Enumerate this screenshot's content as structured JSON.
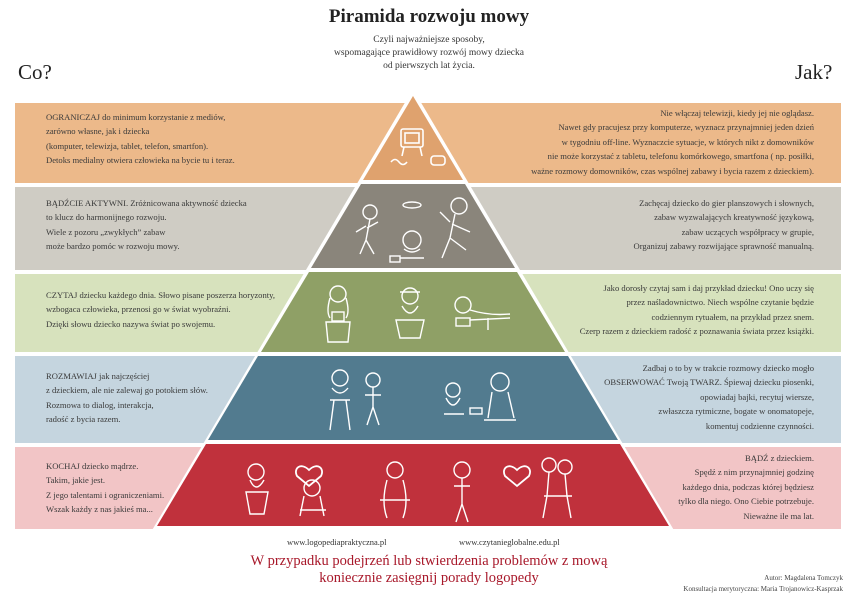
{
  "header": {
    "title": "Piramida rozwoju mowy",
    "subtitle_lines": [
      "Czyli najważniejsze sposoby,",
      "wspomagające prawidłowy rozwój mowy dziecka",
      "od pierwszych lat życia."
    ],
    "left_heading": "Co?",
    "right_heading": "Jak?"
  },
  "levels": [
    {
      "color": "#ecb98a",
      "pyramid_color": "#dfa26e",
      "left": [
        "OGRANICZAJ do minimum korzystanie z mediów,",
        "zarówno własne, jak i dziecka",
        "(komputer, telewizja, tablet, telefon, smartfon).",
        "Detoks medialny otwiera człowieka na bycie  tu i teraz."
      ],
      "right": [
        "Nie włączaj telewizji, kiedy jej nie oglądasz.",
        "Nawet gdy pracujesz przy komputerze, wyznacz przynajmniej jeden dzień",
        "w tygodniu off-line. Wyznaczcie sytuacje, w których nikt z domowników",
        "nie może korzystać z tabletu, telefonu komórkowego, smartfona ( np. posiłki,",
        "ważne rozmowy domowników, czas wspólnej zabawy i bycia razem z dzieckiem)."
      ]
    },
    {
      "color": "#cfccc4",
      "pyramid_color": "#8a857b",
      "left": [
        "BĄDŹCIE AKTYWNI. Zróżnicowana aktywność dziecka",
        "to klucz do harmonijnego rozwoju.",
        "Wiele z pozoru „zwykłych” zabaw",
        "może bardzo pomóc w rozwoju mowy."
      ],
      "right": [
        "Zachęcaj dziecko do gier planszowych i słownych,",
        "zabaw wyzwalających kreatywność językową,",
        "zabaw uczących współpracy w grupie,",
        "Organizuj zabawy rozwijające sprawność manualną."
      ]
    },
    {
      "color": "#d7e2bd",
      "pyramid_color": "#8fa066",
      "left": [
        "CZYTAJ dziecku każdego dnia. Słowo pisane poszerza horyzonty,",
        "wzbogaca człowieka, przenosi go w świat  wyobraźni.",
        "Dzięki słowu dziecko nazywa świat po swojemu."
      ],
      "right": [
        "Jako dorosły czytaj sam i daj przykład dziecku! Ono uczy się",
        "przez naśladownictwo. Niech wspólne czytanie będzie",
        "codziennym rytuałem, na przykład przez snem.",
        "Czerp razem z dzieckiem radość z poznawania świata przez książki."
      ]
    },
    {
      "color": "#c5d5df",
      "pyramid_color": "#527b8f",
      "left": [
        "ROZMAWIAJ jak  najczęściej",
        "z dzieckiem,  ale nie zalewaj go  potokiem słów.",
        "Rozmowa to dialog, interakcja,",
        "radość z bycia razem."
      ],
      "right": [
        "Zadbaj o to by w trakcie rozmowy dziecko mogło",
        "OBSERWOWAĆ Twoją TWARZ.  Śpiewaj dziecku piosenki,",
        "opowiadaj bajki, recytuj wiersze,",
        "zwłaszcza rytmiczne, bogate w onomatopeje,",
        "komentuj codzienne czynności."
      ]
    },
    {
      "color": "#f2c5c6",
      "pyramid_color": "#c0313c",
      "left": [
        "KOCHAJ dziecko mądrze.",
        "Takim, jakie jest.",
        "Z jego talentami i ograniczeniami.",
        "Wszak każdy z nas jakieś ma..."
      ],
      "right": [
        "BĄDŹ z dzieckiem.",
        "Spędź z nim przynajmniej godzinę",
        "każdego dnia, podczas której będziesz",
        "tylko dla niego.  Ono Ciebie potrzebuje.",
        "Nieważne ile ma lat."
      ]
    }
  ],
  "footer": {
    "url_left": "www.logopediapraktyczna.pl",
    "url_right": "www.czytanieglobalne.edu.pl",
    "warning_lines": [
      "W przypadku podejrzeń lub stwierdzenia problemów z mową",
      "koniecznie zasięgnij porady logopedy"
    ],
    "author": "Autor: Magdalena Tomczyk",
    "consultation": "Konsultacja merytoryczna: Maria Trojanowicz-Kasprzak"
  }
}
